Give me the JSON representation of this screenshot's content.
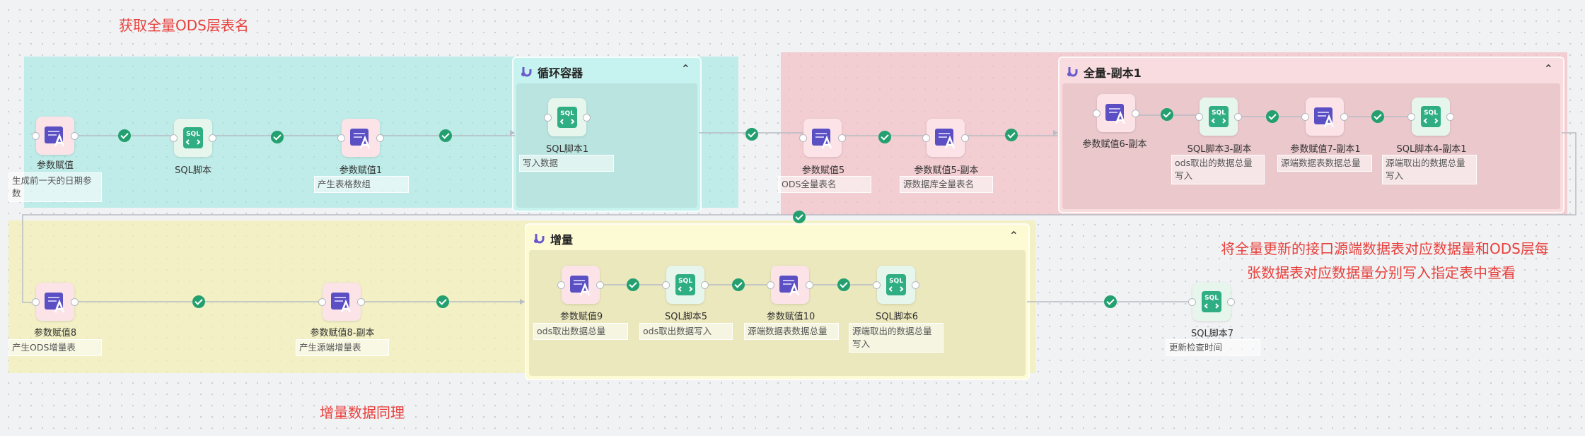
{
  "annotations": {
    "top": "获取全量ODS层表名",
    "bottom": "增量数据同理",
    "right_line1": "将全量更新的接口源端数据表对应数据量和ODS层每",
    "right_line2": "张数据表对应数据量分别写入指定表中查看"
  },
  "containers": {
    "loop": {
      "title": "循环容器"
    },
    "full_copy": {
      "title": "全量-副本1"
    },
    "incremental": {
      "title": "增量"
    }
  },
  "nodes": {
    "n1": {
      "label": "参数赋值",
      "desc": "生成前一天的日期参数",
      "icon": "param-icon"
    },
    "n2": {
      "label": "SQL脚本",
      "icon": "sql-icon"
    },
    "n3": {
      "label": "参数赋值1",
      "desc": "产生表格数组",
      "icon": "param-icon"
    },
    "n4": {
      "label": "SQL脚本1",
      "desc": "写入数据",
      "icon": "sql-icon"
    },
    "n5": {
      "label": "参数赋值5",
      "desc": "ODS全量表名",
      "icon": "param-icon"
    },
    "n6": {
      "label": "参数赋值5-副本",
      "desc": "源数据库全量表名",
      "icon": "param-icon"
    },
    "n7": {
      "label": "参数赋值6-副本",
      "icon": "param-icon"
    },
    "n8": {
      "label": "SQL脚本3-副本",
      "desc": "ods取出的数据总量写入",
      "icon": "sql-icon"
    },
    "n9": {
      "label": "参数赋值7-副本1",
      "desc": "源端数据表数据总量",
      "icon": "param-icon"
    },
    "n10": {
      "label": "SQL脚本4-副本1",
      "desc": "源端取出的数据总量写入",
      "icon": "sql-icon"
    },
    "n11": {
      "label": "参数赋值8",
      "desc": "产生ODS增量表",
      "icon": "param-icon"
    },
    "n12": {
      "label": "参数赋值8-副本",
      "desc": "产生源端增量表",
      "icon": "param-icon"
    },
    "n13": {
      "label": "参数赋值9",
      "desc": "ods取出数据总量",
      "icon": "param-icon"
    },
    "n14": {
      "label": "SQL脚本5",
      "desc": "ods取出数据写入",
      "icon": "sql-icon"
    },
    "n15": {
      "label": "参数赋值10",
      "desc": "源端数据表数据总量",
      "icon": "param-icon"
    },
    "n16": {
      "label": "SQL脚本6",
      "desc": "源端取出的数据总量写入",
      "icon": "sql-icon"
    },
    "n17": {
      "label": "SQL脚本7",
      "desc": "更新检查时间",
      "icon": "sql-icon"
    }
  },
  "colors": {
    "accent_red": "#e8403c",
    "success_green": "#24a070",
    "param_purple": "#5b4fc4",
    "sql_green": "#2fae84"
  }
}
